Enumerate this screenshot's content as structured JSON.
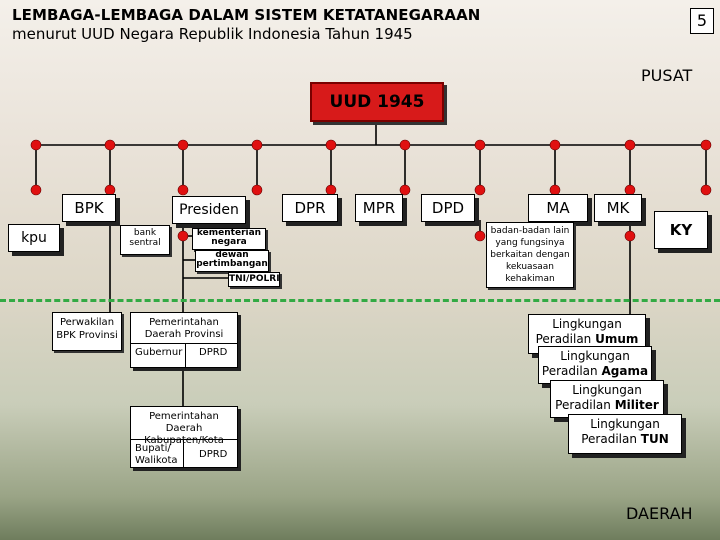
{
  "header": {
    "title": "LEMBAGA-LEMBAGA DALAM SISTEM  KETATANEGARAAN",
    "subtitle": "menurut UUD Negara Republik Indonesia Tahun 1945",
    "page_number": "5"
  },
  "labels": {
    "pusat": "PUSAT",
    "daerah": "DAERAH"
  },
  "root": "UUD 1945",
  "central": {
    "bpk": "BPK",
    "presiden": "Presiden",
    "dpr": "DPR",
    "mpr": "MPR",
    "dpd": "DPD",
    "ma": "MA",
    "mk": "MK",
    "ky": "KY",
    "kpu": "kpu",
    "bank_sentral": "bank sentral",
    "kementerian_negara": "kementerian negara",
    "dewan_pertimbangan": "dewan pertimbangan",
    "tni_polri": "TNI/POLRI",
    "badan_lain": "badan-badan lain yang fungsinya berkaitan dengan kekuasaan kehakiman"
  },
  "regional": {
    "perwakilan_bpk": "Perwakilan BPK Provinsi",
    "pemda_provinsi": "Pemerintahan Daerah Provinsi",
    "gubernur": "Gubernur",
    "dprd_prov": "DPRD",
    "pemda_kabkota": "Pemerintahan Daerah Kabupaten/Kota",
    "bupati": "Bupati/ Walikota",
    "dprd_kab": "DPRD"
  },
  "peradilan": [
    {
      "prefix": "Lingkungan",
      "line2": "Peradilan",
      "bold": "Umum"
    },
    {
      "prefix": "Lingkungan",
      "line2": "Peradilan",
      "bold": "Agama"
    },
    {
      "prefix": "Lingkungan",
      "line2": "Peradilan",
      "bold": "Militer"
    },
    {
      "prefix": "Lingkungan",
      "line2": "Peradilan",
      "bold": "TUN"
    }
  ],
  "colors": {
    "root_fill": "#d71a1a",
    "connector_dot": "#e01010",
    "divider": "#33aa44"
  }
}
